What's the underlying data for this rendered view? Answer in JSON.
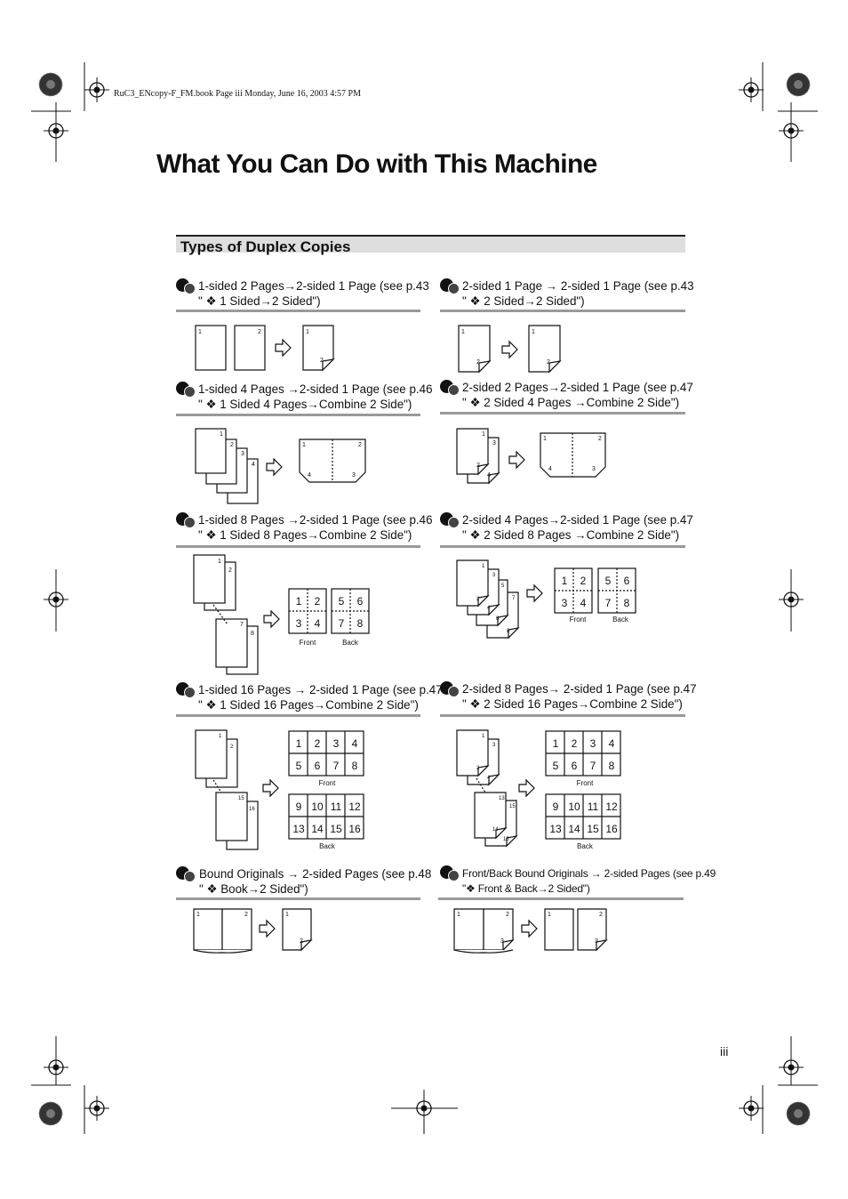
{
  "header_line": "RuC3_ENcopy-F_FM.book  Page iii  Monday, June 16, 2003  4:57 PM",
  "page_title": "What You Can Do with This Machine",
  "section_title": "Types of Duplex Copies",
  "entries": [
    {
      "line1": "1-sided 2 Pages→2-sided 1 Page (see p.43",
      "line2": "\" ❖ 1 Sided→2 Sided\")"
    },
    {
      "line1": "2-sided 1 Page → 2-sided 1 Page (see p.43",
      "line2": "\" ❖ 2 Sided→2 Sided\")"
    },
    {
      "line1": "1-sided 4 Pages →2-sided 1 Page (see p.46",
      "line2": "\" ❖ 1 Sided 4 Pages→Combine 2 Side\")"
    },
    {
      "line1": "2-sided 2 Pages→2-sided 1 Page (see p.47",
      "line2": "\" ❖ 2 Sided 4 Pages →Combine 2 Side\")"
    },
    {
      "line1": "1-sided 8 Pages →2-sided 1 Page (see p.46",
      "line2": "\" ❖ 1 Sided 8 Pages→Combine 2 Side\")"
    },
    {
      "line1": "2-sided 4 Pages→2-sided 1 Page (see p.47",
      "line2": "\" ❖ 2 Sided 8 Pages →Combine 2 Side\")"
    },
    {
      "line1": "1-sided 16 Pages → 2-sided 1 Page (see p.47",
      "line2": "\" ❖ 1 Sided 16 Pages→Combine 2 Side\")"
    },
    {
      "line1": "2-sided 8 Pages→ 2-sided 1 Page (see p.47",
      "line2": "\" ❖ 2 Sided 16 Pages→Combine 2 Side\")"
    },
    {
      "line1": "Bound Originals  → 2-sided Pages (see p.48",
      "line2": "\" ❖ Book→2 Sided\")"
    },
    {
      "line1": "Front/Back Bound Originals → 2-sided Pages (see p.49",
      "line2": "\"❖ Front & Back→2 Sided\")"
    }
  ],
  "diagram_labels": {
    "front": "Front",
    "back": "Back"
  },
  "page_number": "iii"
}
